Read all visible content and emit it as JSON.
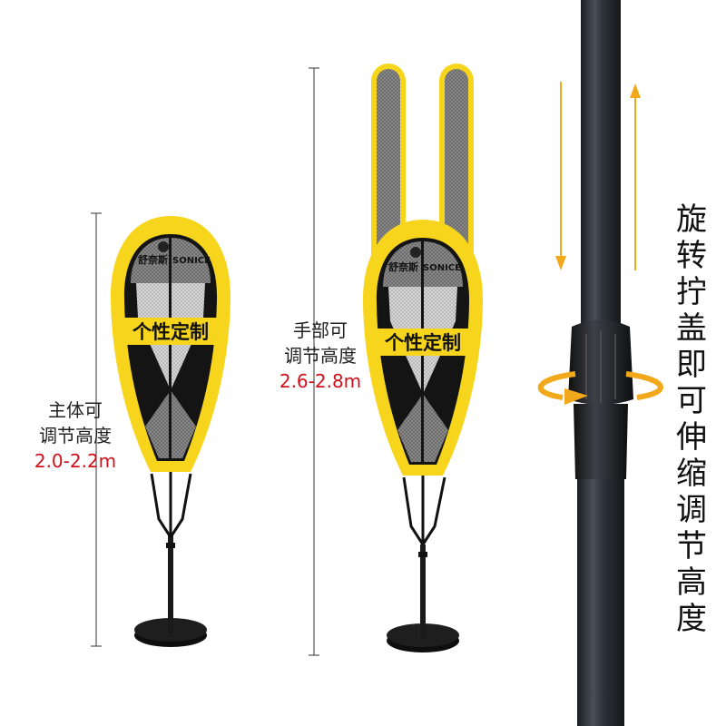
{
  "brand": {
    "cn": "舒奈斯",
    "en": "SONICE"
  },
  "banner_text": "个性定制",
  "body_height": {
    "line1": "主体可",
    "line2": "调节高度",
    "range": "2.0-2.2m"
  },
  "hand_height": {
    "line1": "手部可",
    "line2": "调节高度",
    "range": "2.6-2.8m"
  },
  "side_caption": "旋转拧盖即可伸缩调节高度",
  "colors": {
    "yellow": "#f7d51c",
    "black": "#141414",
    "red": "#d0111b",
    "arrow": "#f2a81b",
    "pole": "#2a2e35"
  }
}
